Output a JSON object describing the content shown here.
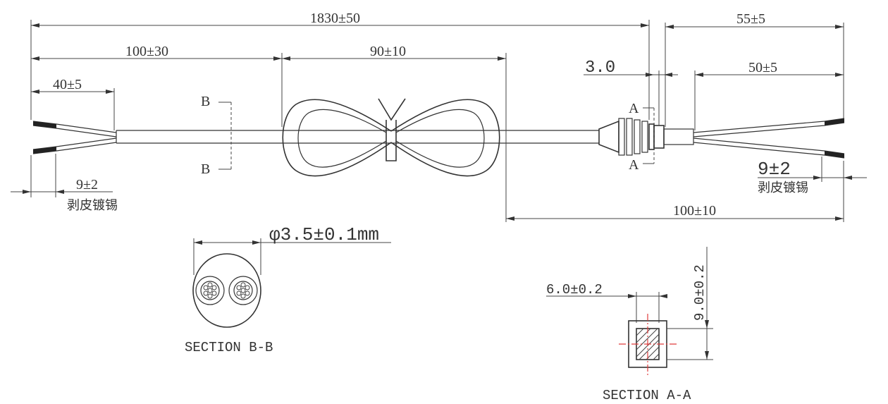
{
  "dimensions": {
    "overall_length": "1830±50",
    "left_section": "100±30",
    "coil_length": "90±10",
    "strip_length_left": "40±5",
    "tin_length_left": "9±2",
    "tin_note_left": "剥皮镀锡",
    "connector_thickness": "3.0",
    "right_overall": "55±5",
    "right_strip": "50±5",
    "tin_length_right": "9±2",
    "tin_note_right": "剥皮镀锡",
    "right_section": "100±10",
    "cable_diameter": "φ3.5±0.1mm",
    "plate_width": "6.0±0.2",
    "plate_height": "9.0±0.2"
  },
  "section_marks": {
    "b_top": "B",
    "b_bottom": "B",
    "a_top": "A",
    "a_bottom": "A"
  },
  "sections": {
    "bb_title": "SECTION B-B",
    "aa_title": "SECTION A-A"
  }
}
